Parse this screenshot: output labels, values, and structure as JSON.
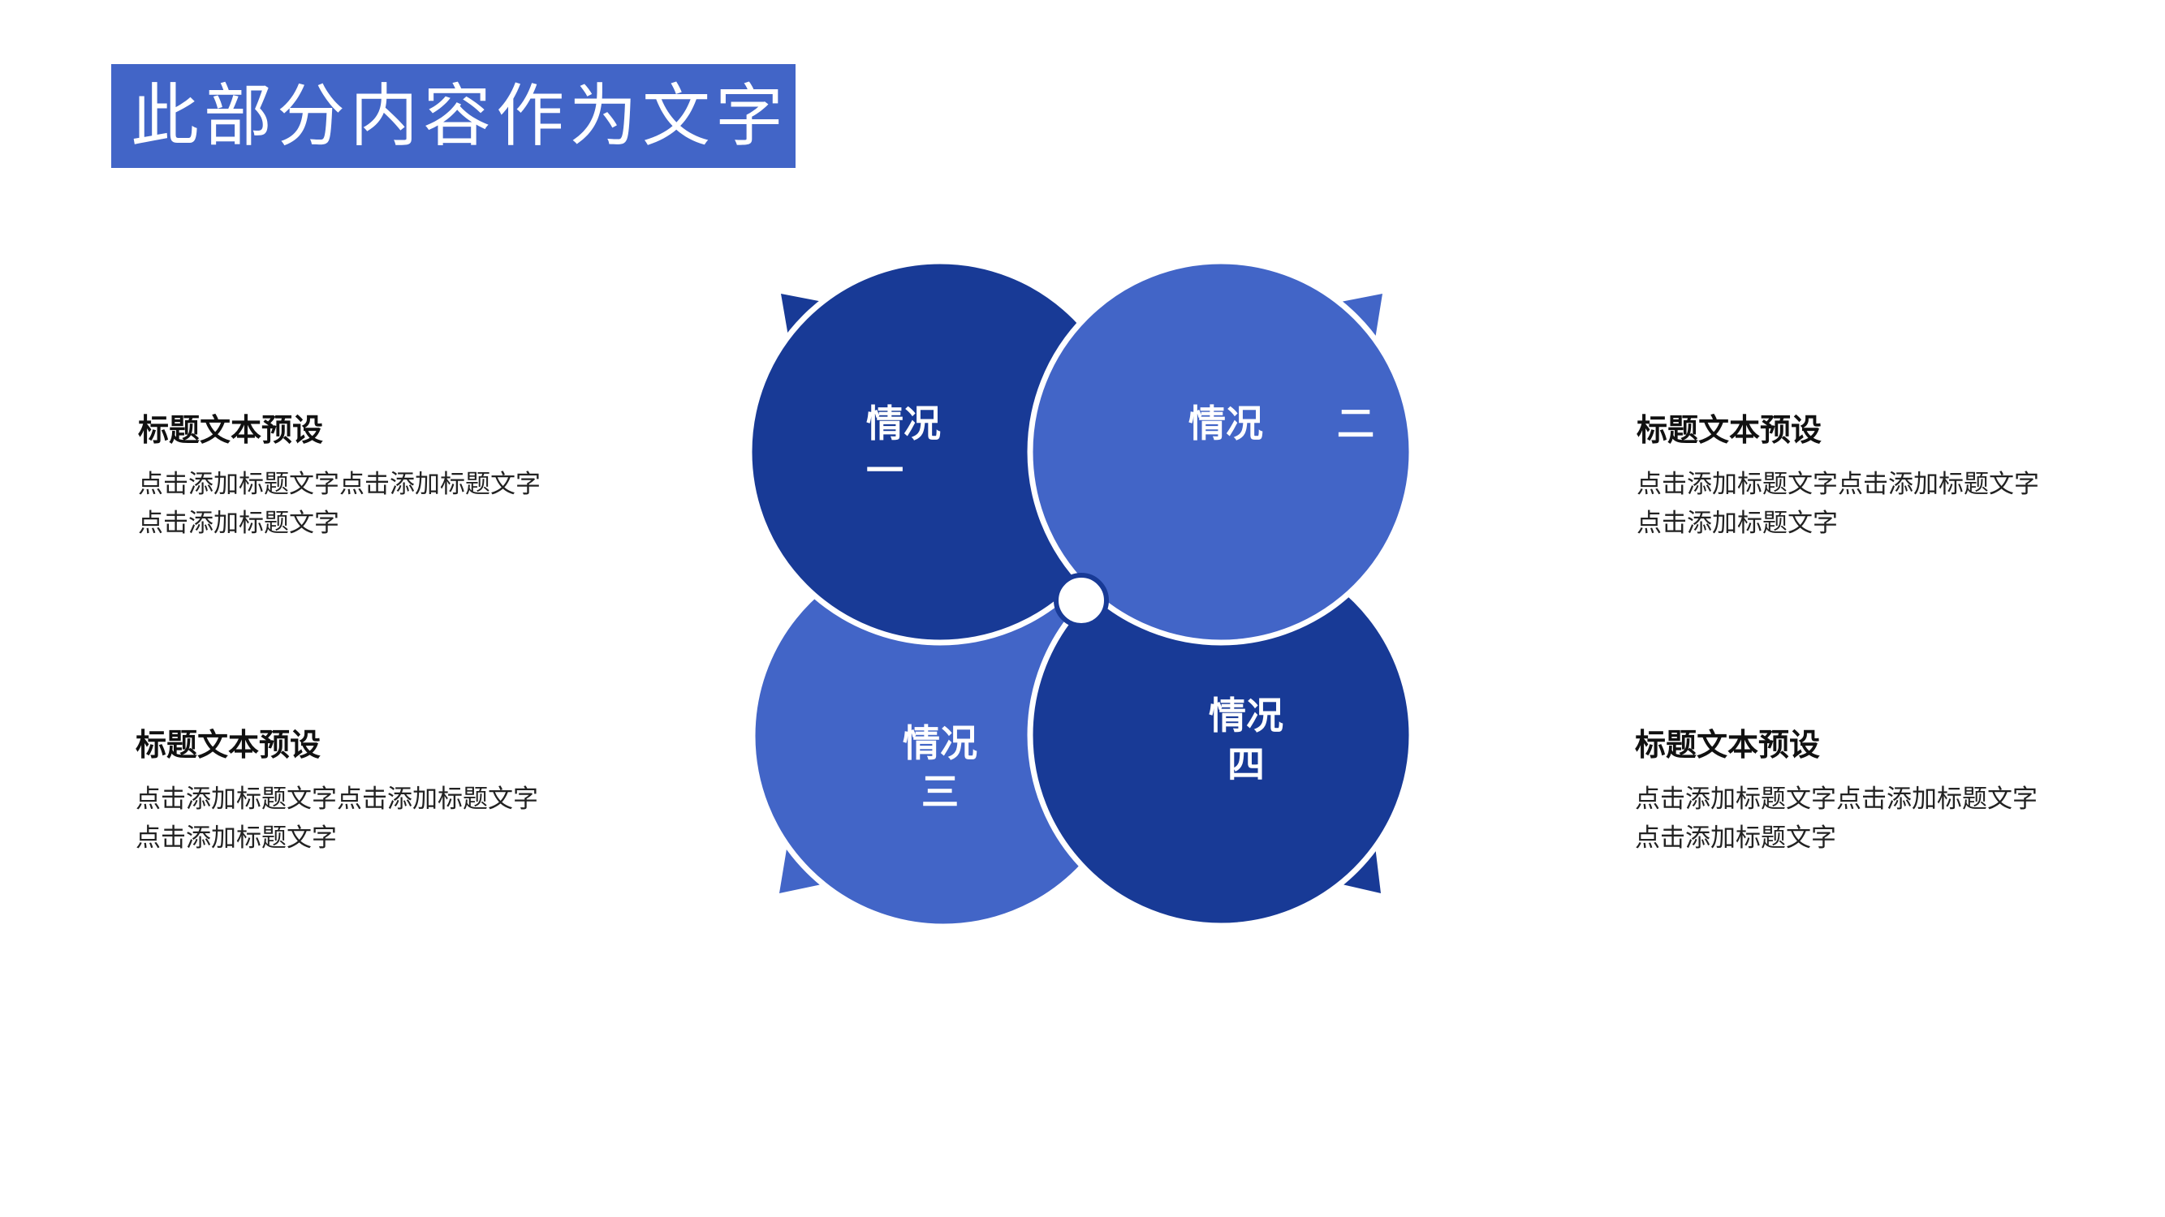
{
  "header": {
    "title": "此部分内容作为文字"
  },
  "text_blocks": [
    {
      "heading": "标题文本预设",
      "body": "点击添加标题文字点击添加标题文字点击添加标题文字"
    },
    {
      "heading": "标题文本预设",
      "body": "点击添加标题文字点击添加标题文字点击添加标题文字"
    },
    {
      "heading": "标题文本预设",
      "body": "点击添加标题文字点击添加标题文字点击添加标题文字"
    },
    {
      "heading": "标题文本预设",
      "body": "点击添加标题文字点击添加标题文字点击添加标题文字"
    }
  ],
  "diagram": {
    "items": [
      {
        "line1": "情况",
        "line2": "一"
      },
      {
        "line1": "情况",
        "line2": "二"
      },
      {
        "line1": "情况",
        "line2": "三"
      },
      {
        "line1": "情况",
        "line2": "四"
      }
    ]
  },
  "colors": {
    "dark_blue": "#183a96",
    "light_blue": "#4265c7",
    "title_bg": "#4265c7",
    "background": "#ffffff"
  }
}
